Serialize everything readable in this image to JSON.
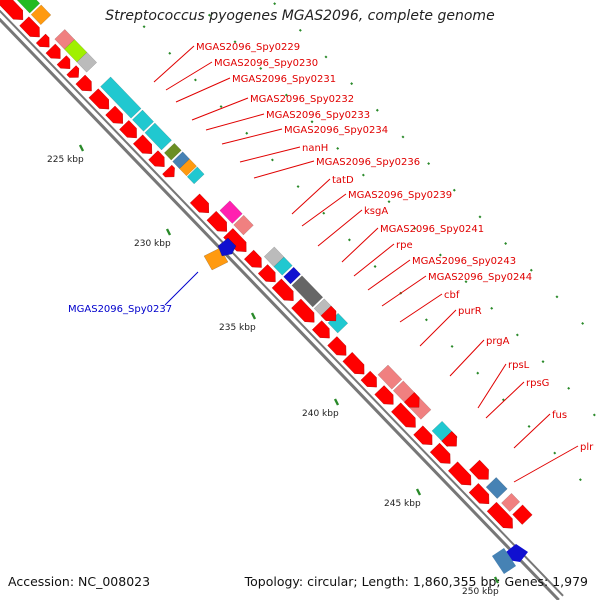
{
  "title": "Streptococcus pyogenes MGAS2096, complete genome",
  "accession": "Accession: NC_008023",
  "topology": "Topology: circular; Length: 1,860,355 bp; Genes: 1,979",
  "colors": {
    "backbone": "#777777",
    "tick": "#2a8a2a",
    "forward_label": "#e00000",
    "reverse_label": "#0000cc",
    "gene_red": "#ff0000",
    "gene_lightred": "#f08080",
    "gene_cyan": "#20c8d0",
    "gene_gray": "#bbbbbb",
    "gene_darkgray": "#666666",
    "gene_blue": "#1010d0",
    "gene_orange": "#ff9a10",
    "gene_magenta": "#ff20b0",
    "gene_lime": "#a0f000",
    "gene_olive": "#6b8e23",
    "gene_steelblue": "#4682b4",
    "gene_green": "#22bb22"
  },
  "tick_labels": [
    "225 kbp",
    "230 kbp",
    "235 kbp",
    "240 kbp",
    "245 kbp",
    "250 kbp"
  ],
  "forward_labels": [
    "MGAS2096_Spy0229",
    "MGAS2096_Spy0230",
    "MGAS2096_Spy0231",
    "MGAS2096_Spy0232",
    "MGAS2096_Spy0233",
    "MGAS2096_Spy0234",
    "nanH",
    "MGAS2096_Spy0236",
    "tatD",
    "MGAS2096_Spy0239",
    "ksgA",
    "MGAS2096_Spy0241",
    "rpe",
    "MGAS2096_Spy0243",
    "MGAS2096_Spy0244",
    "cbf",
    "purR",
    "prgA",
    "rpsL",
    "rpsG",
    "fus",
    "plr"
  ],
  "reverse_labels": [
    "MGAS2096_Spy0237"
  ]
}
